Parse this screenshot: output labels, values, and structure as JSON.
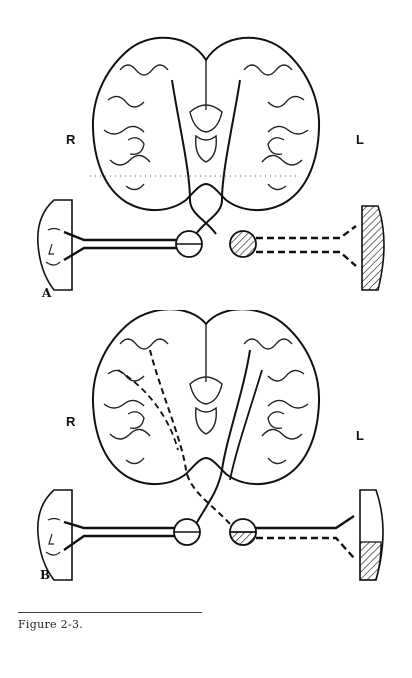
{
  "figure": {
    "caption": "Figure 2-3.",
    "side_labels": {
      "right": "R",
      "left": "L"
    },
    "panels": [
      {
        "label": "A"
      },
      {
        "label": "B"
      }
    ]
  }
}
